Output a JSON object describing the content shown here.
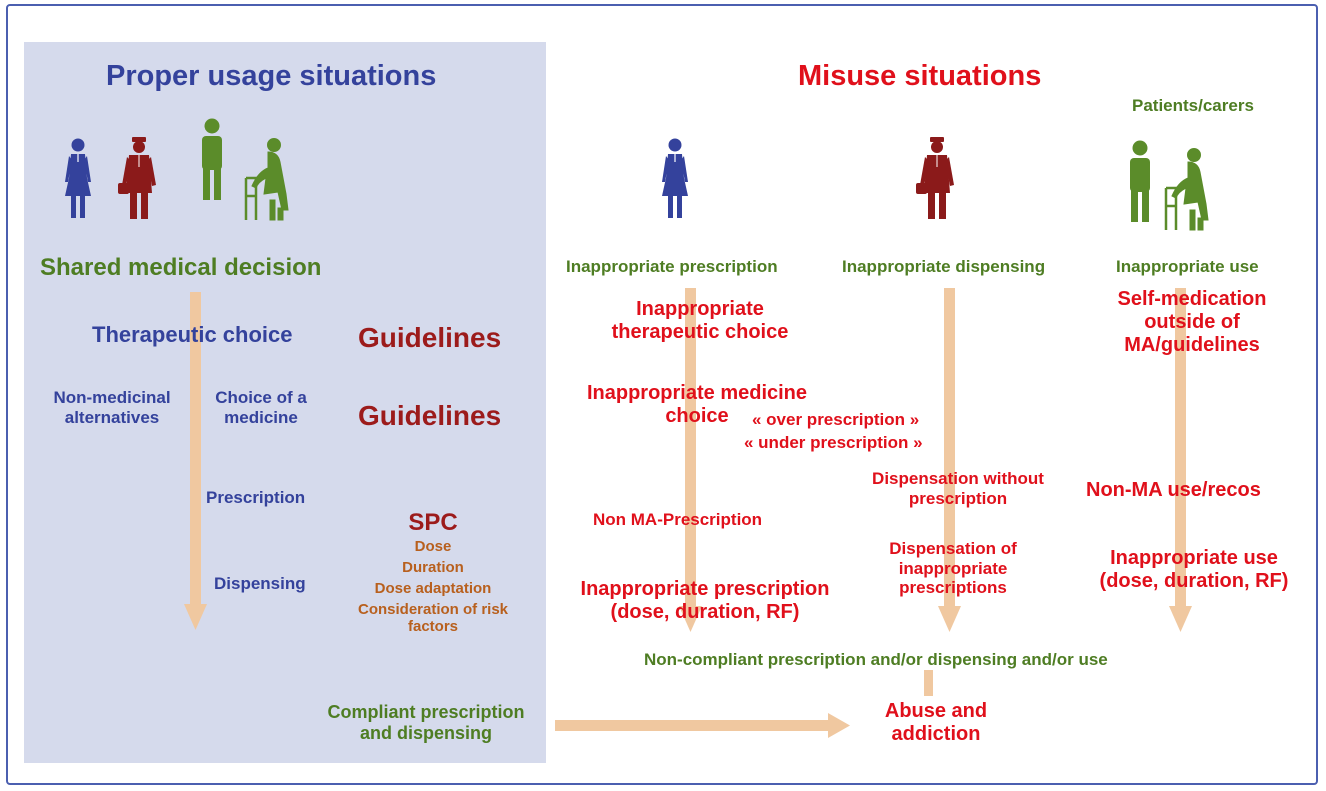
{
  "proper": {
    "heading": "Proper usage situations",
    "shared_decision": "Shared medical decision",
    "therapeutic_choice": "Therapeutic choice",
    "guidelines_1": "Guidelines",
    "non_medicinal": "Non-medicinal alternatives",
    "choice_medicine": "Choice of a medicine",
    "guidelines_2": "Guidelines",
    "prescription": "Prescription",
    "dispensing": "Dispensing",
    "spc": "SPC",
    "spc_items": [
      "Dose",
      "Duration",
      "Dose adaptation",
      "Consideration of risk factors"
    ],
    "compliant": "Compliant prescription and dispensing"
  },
  "misuse": {
    "heading": "Misuse situations",
    "patients_label": "Patients/carers",
    "col_prescription": "Inappropriate prescription",
    "col_dispensing": "Inappropriate dispensing",
    "col_use": "Inappropriate use",
    "inapp_therapeutic": "Inappropriate therapeutic choice",
    "inapp_medicine": "Inappropriate medicine choice",
    "over_prescription": "« over prescription »",
    "under_prescription": "« under prescription »",
    "non_ma_prescription": "Non MA-Prescription",
    "inapp_prescription_detail": "Inappropriate prescription (dose, duration, RF)",
    "self_medication": "Self-medication outside of MA/guidelines",
    "dispensation_without": "Dispensation without prescription",
    "dispensation_inapp": "Dispensation of inappropriate prescriptions",
    "non_ma_use": "Non-MA use/recos",
    "inapp_use_detail": "Inappropriate use (dose, duration, RF)",
    "non_compliant": "Non-compliant prescription and/or dispensing and/or use",
    "abuse": "Abuse and addiction"
  },
  "icons": [
    "doctor-icon",
    "pharmacist-icon",
    "patient-icon",
    "carer-with-walker-icon"
  ],
  "colors": {
    "panel_bg": "#d5daec",
    "frame": "#4b5fb0",
    "blue": "#34429c",
    "green": "#4e7d23",
    "red": "#e0101b",
    "dark_red": "#9c1b1b",
    "brown": "#b8601e",
    "arrow": "#f0c8a0"
  }
}
